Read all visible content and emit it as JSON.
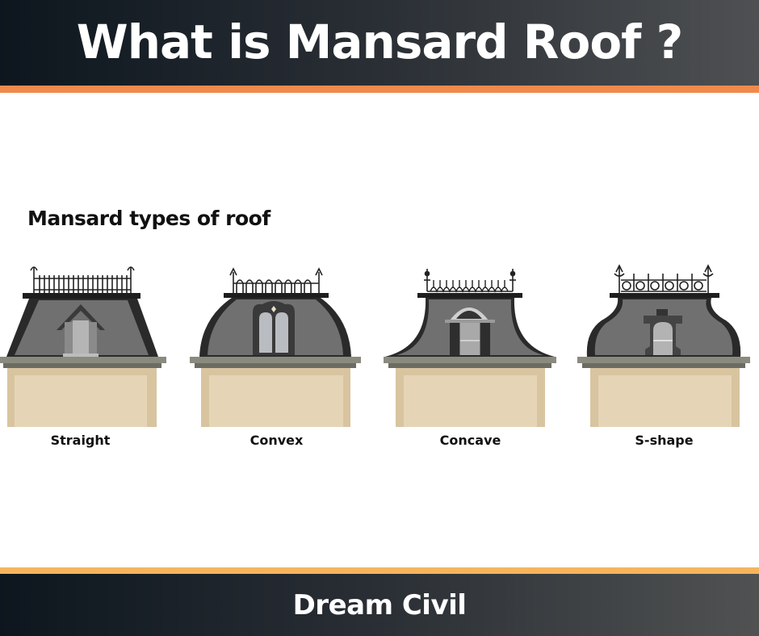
{
  "header": {
    "title": "What is Mansard Roof ?"
  },
  "diagram": {
    "subtitle": "Mansard types of roof",
    "types": [
      {
        "label": "Straight"
      },
      {
        "label": "Convex"
      },
      {
        "label": "Concave"
      },
      {
        "label": "S-shape"
      }
    ]
  },
  "footer": {
    "brand": "Dream Civil"
  },
  "colors": {
    "header_dark": "#0d161e",
    "accent_orange": "#ef8a4c",
    "footer_stripe": "#f5b55d",
    "roof_gray": "#707070",
    "roof_edge": "#2a2a2a",
    "cornice": "#8b8a7f",
    "wall_tan": "#d9c4a0",
    "wall_panel": "#e5d5b6"
  }
}
